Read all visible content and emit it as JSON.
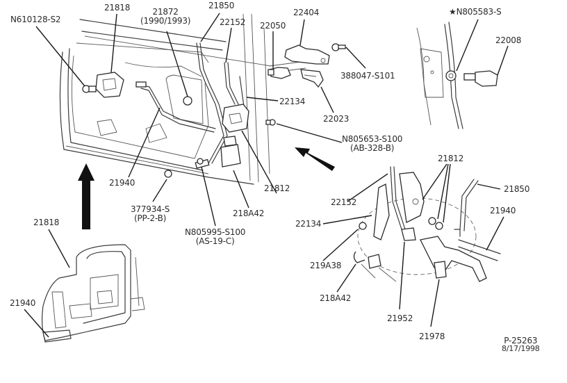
{
  "diagram": {
    "title_code": "P-25263",
    "date": "8/17/1998",
    "callouts": [
      {
        "id": "n610128",
        "text": "N610128-S2"
      },
      {
        "id": "21818-top",
        "text": "21818"
      },
      {
        "id": "21872",
        "text": "21872",
        "sub": "(1990/1993)"
      },
      {
        "id": "21850-top",
        "text": "21850"
      },
      {
        "id": "22152-top",
        "text": "22152"
      },
      {
        "id": "22050",
        "text": "22050"
      },
      {
        "id": "22404",
        "text": "22404"
      },
      {
        "id": "388047",
        "text": "388047-S101"
      },
      {
        "id": "n805583",
        "text": "N805583-S",
        "prefix": "★"
      },
      {
        "id": "22008",
        "text": "22008"
      },
      {
        "id": "22134-top",
        "text": "22134"
      },
      {
        "id": "22023",
        "text": "22023"
      },
      {
        "id": "n805653",
        "text": "N805653-S100",
        "sub": "(AB-328-B)"
      },
      {
        "id": "21940-mid",
        "text": "21940"
      },
      {
        "id": "377934",
        "text": "377934-S",
        "sub": "(PP-2-B)"
      },
      {
        "id": "n805995",
        "text": "N805995-S100",
        "sub": "(AS-19-C)"
      },
      {
        "id": "218a42-top",
        "text": "218A42"
      },
      {
        "id": "21812-mid",
        "text": "21812"
      },
      {
        "id": "21812-right",
        "text": "21812"
      },
      {
        "id": "21850-right",
        "text": "21850"
      },
      {
        "id": "22152-right",
        "text": "22152"
      },
      {
        "id": "21940-right",
        "text": "21940"
      },
      {
        "id": "22134-right",
        "text": "22134"
      },
      {
        "id": "219a38",
        "text": "219A38"
      },
      {
        "id": "218a42-bottom",
        "text": "218A42"
      },
      {
        "id": "21952",
        "text": "21952"
      },
      {
        "id": "21978",
        "text": "21978"
      },
      {
        "id": "21818-bottom",
        "text": "21818"
      },
      {
        "id": "21940-bottom",
        "text": "21940"
      }
    ]
  }
}
